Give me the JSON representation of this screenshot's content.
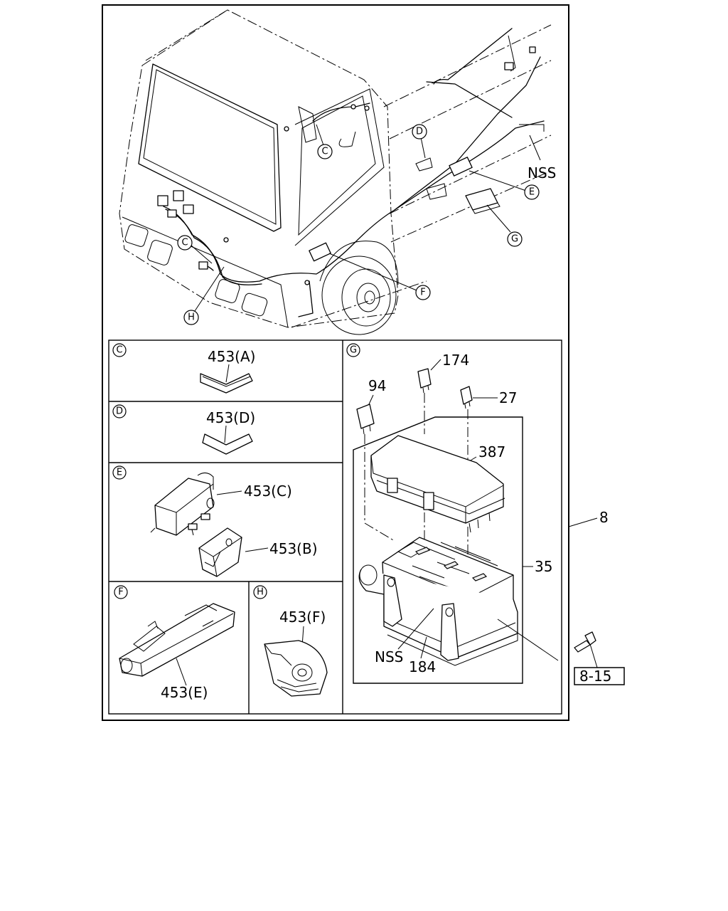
{
  "callouts": {
    "C": "C",
    "D": "D",
    "E": "E",
    "F": "F",
    "G": "G",
    "H": "H"
  },
  "labels": {
    "nss_main": "NSS",
    "p453a": "453(A)",
    "p453d": "453(D)",
    "p453c": "453(C)",
    "p453b": "453(B)",
    "p453e": "453(E)",
    "p453f": "453(F)",
    "p174": "174",
    "p94": "94",
    "p27": "27",
    "p387": "387",
    "p35": "35",
    "p8": "8",
    "nss_box": "NSS",
    "p184": "184",
    "ref": "8-15"
  }
}
